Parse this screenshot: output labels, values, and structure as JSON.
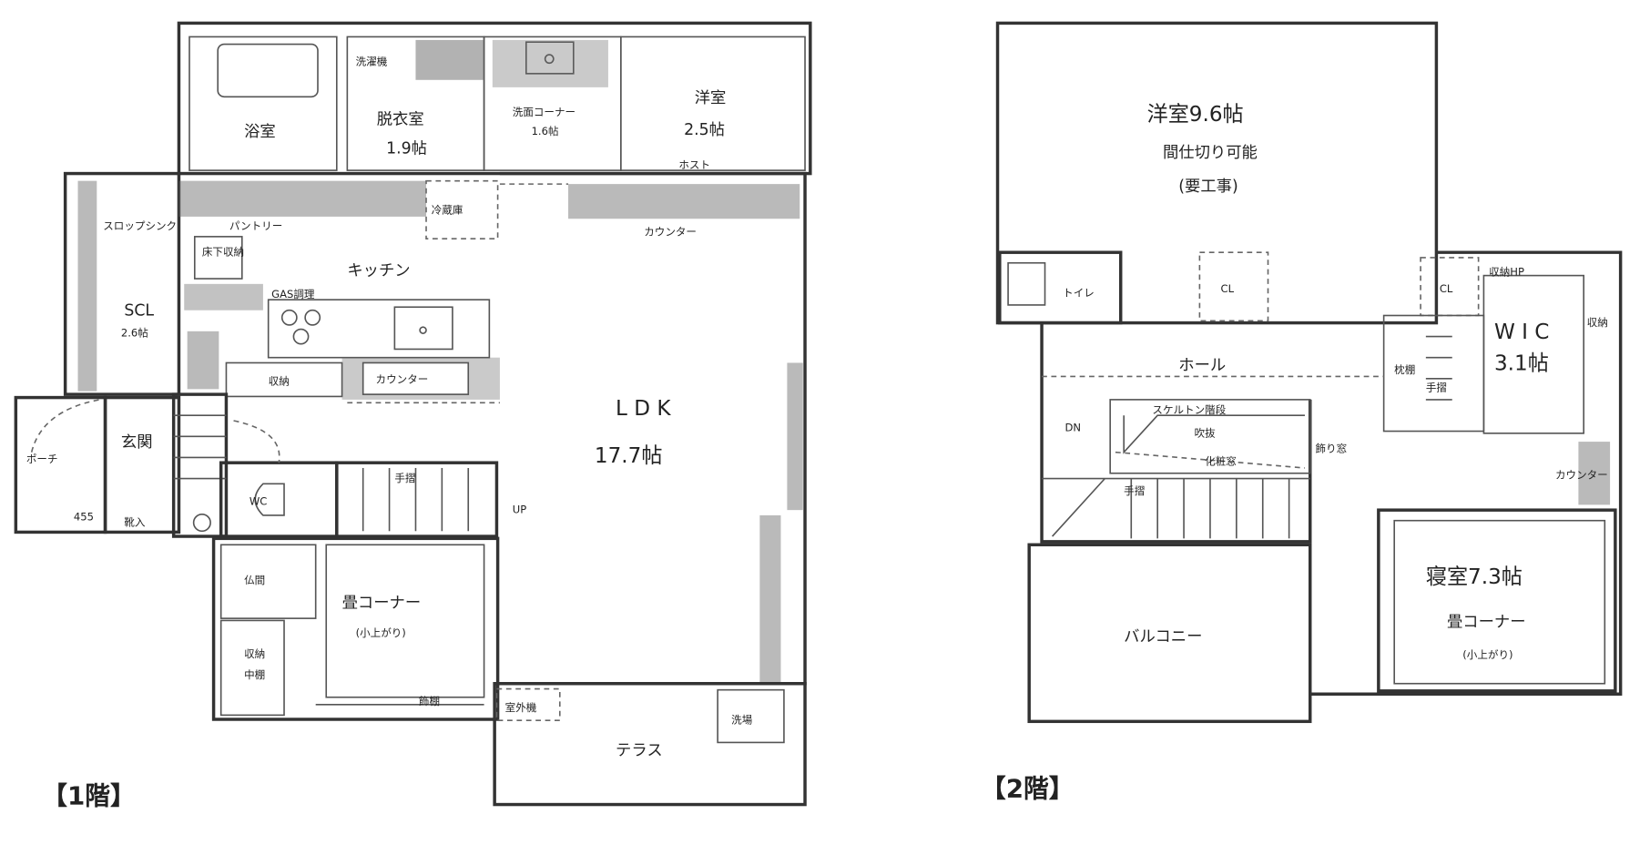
{
  "floor1": {
    "title": "【1階】",
    "labels": {
      "bath": "浴室",
      "washer": "洗濯機",
      "dressing": "脱衣室",
      "dressing_size": "1.9帖",
      "wash_corner": "洗面コーナー",
      "wash_corner_size": "1.6帖",
      "western": "洋室",
      "western_size": "2.5帖",
      "closet": "ホスト",
      "counter_top": "カウンター",
      "fridge": "冷蔵庫",
      "slop_sink": "スロップシンク",
      "pantry": "パントリー",
      "underfloor": "床下収納",
      "kitchen": "キッチン",
      "gas": "GAS調理",
      "scl": "SCL",
      "scl_size": "2.6帖",
      "storage": "収納",
      "counter_kitchen": "カウンター",
      "ldk": "L D K",
      "ldk_size": "17.7帖",
      "porch": "ポーチ",
      "entrance": "玄関",
      "dim": "455",
      "step_in": "靴入",
      "wc": "WC",
      "handrail": "手摺",
      "up": "UP",
      "butsuma": "仏間",
      "tatami": "畳コーナー",
      "tatami_note": "(小上がり)",
      "shelf": "収納",
      "shelf_note": "中棚",
      "kazari": "飾棚",
      "outdoor_unit": "室外機",
      "terrace": "テラス",
      "wash_area": "洗場"
    }
  },
  "floor2": {
    "title": "【2階】",
    "labels": {
      "western": "洋室9.6帖",
      "partition": "間仕切り可能",
      "work_needed": "(要工事)",
      "toilet": "トイレ",
      "cl1": "CL",
      "cl2": "CL",
      "attic": "収納HP",
      "hall": "ホール",
      "wic": "W I C",
      "wic_size": "3.1帖",
      "closet_side": "収納",
      "shelf": "枕棚",
      "handrail_wic": "手摺",
      "dn": "DN",
      "void": "吹抜",
      "vanity": "化粧窓",
      "stair_note": "スケルトン階段",
      "handrail": "手摺",
      "window_side": "飾り窓",
      "balcony": "バルコニー",
      "bedroom": "寝室7.3帖",
      "tatami": "畳コーナー",
      "tatami_note": "(小上がり)",
      "counter": "カウンター"
    }
  }
}
